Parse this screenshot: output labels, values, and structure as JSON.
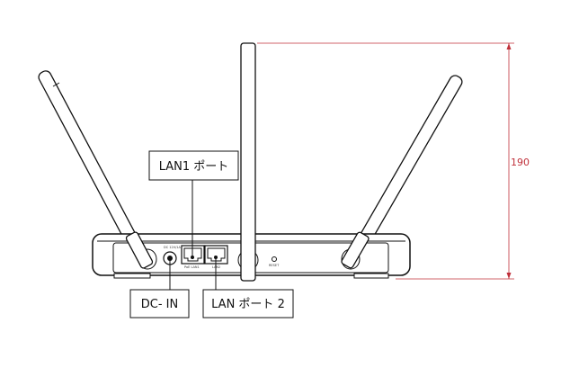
{
  "callouts": {
    "lan1": "LAN1 ポート",
    "dc_in": "DC- IN",
    "lan2": "LAN ポート 2"
  },
  "port_markings": {
    "dc": "DC 12V/1A",
    "lan1": "PoE LAN1",
    "lan2": "LAN2",
    "reset": "RESET"
  },
  "dimension": {
    "height": "190"
  },
  "colors": {
    "dimension": "#c0303a",
    "line": "#111111"
  }
}
